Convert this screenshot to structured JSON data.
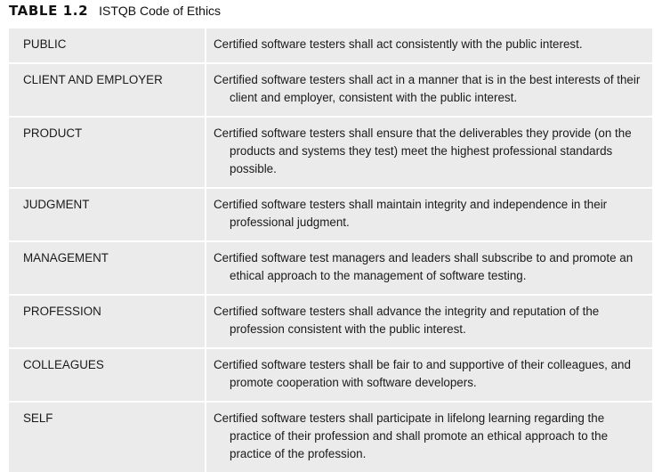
{
  "caption": {
    "label": "TABLE 1.2",
    "title": "ISTQB Code of Ethics"
  },
  "rows": [
    {
      "term": "PUBLIC",
      "definition": "Certified software testers shall act consistently with the public interest."
    },
    {
      "term": "CLIENT AND EMPLOYER",
      "definition": "Certified software testers shall act in a manner that is in the best interests of their client and employer, consistent with the public interest."
    },
    {
      "term": "PRODUCT",
      "definition": "Certified software testers shall ensure that the deliverables they provide (on the products and systems they test) meet the highest professional standards possible."
    },
    {
      "term": "JUDGMENT",
      "definition": "Certified software testers shall maintain integrity and independence in their professional judgment."
    },
    {
      "term": "MANAGEMENT",
      "definition": "Certified software test managers and leaders shall subscribe to and promote an ethical approach to the management of software testing."
    },
    {
      "term": "PROFESSION",
      "definition": "Certified software testers shall advance the integrity and reputation of the profession consistent with the public interest."
    },
    {
      "term": "COLLEAGUES",
      "definition": "Certified software testers shall be fair to and supportive of their colleagues, and promote cooperation with software developers."
    },
    {
      "term": "SELF",
      "definition": "Certified software testers shall participate in lifelong learning regarding the practice of their profession and shall promote an ethical approach to the practice of the profession."
    }
  ]
}
